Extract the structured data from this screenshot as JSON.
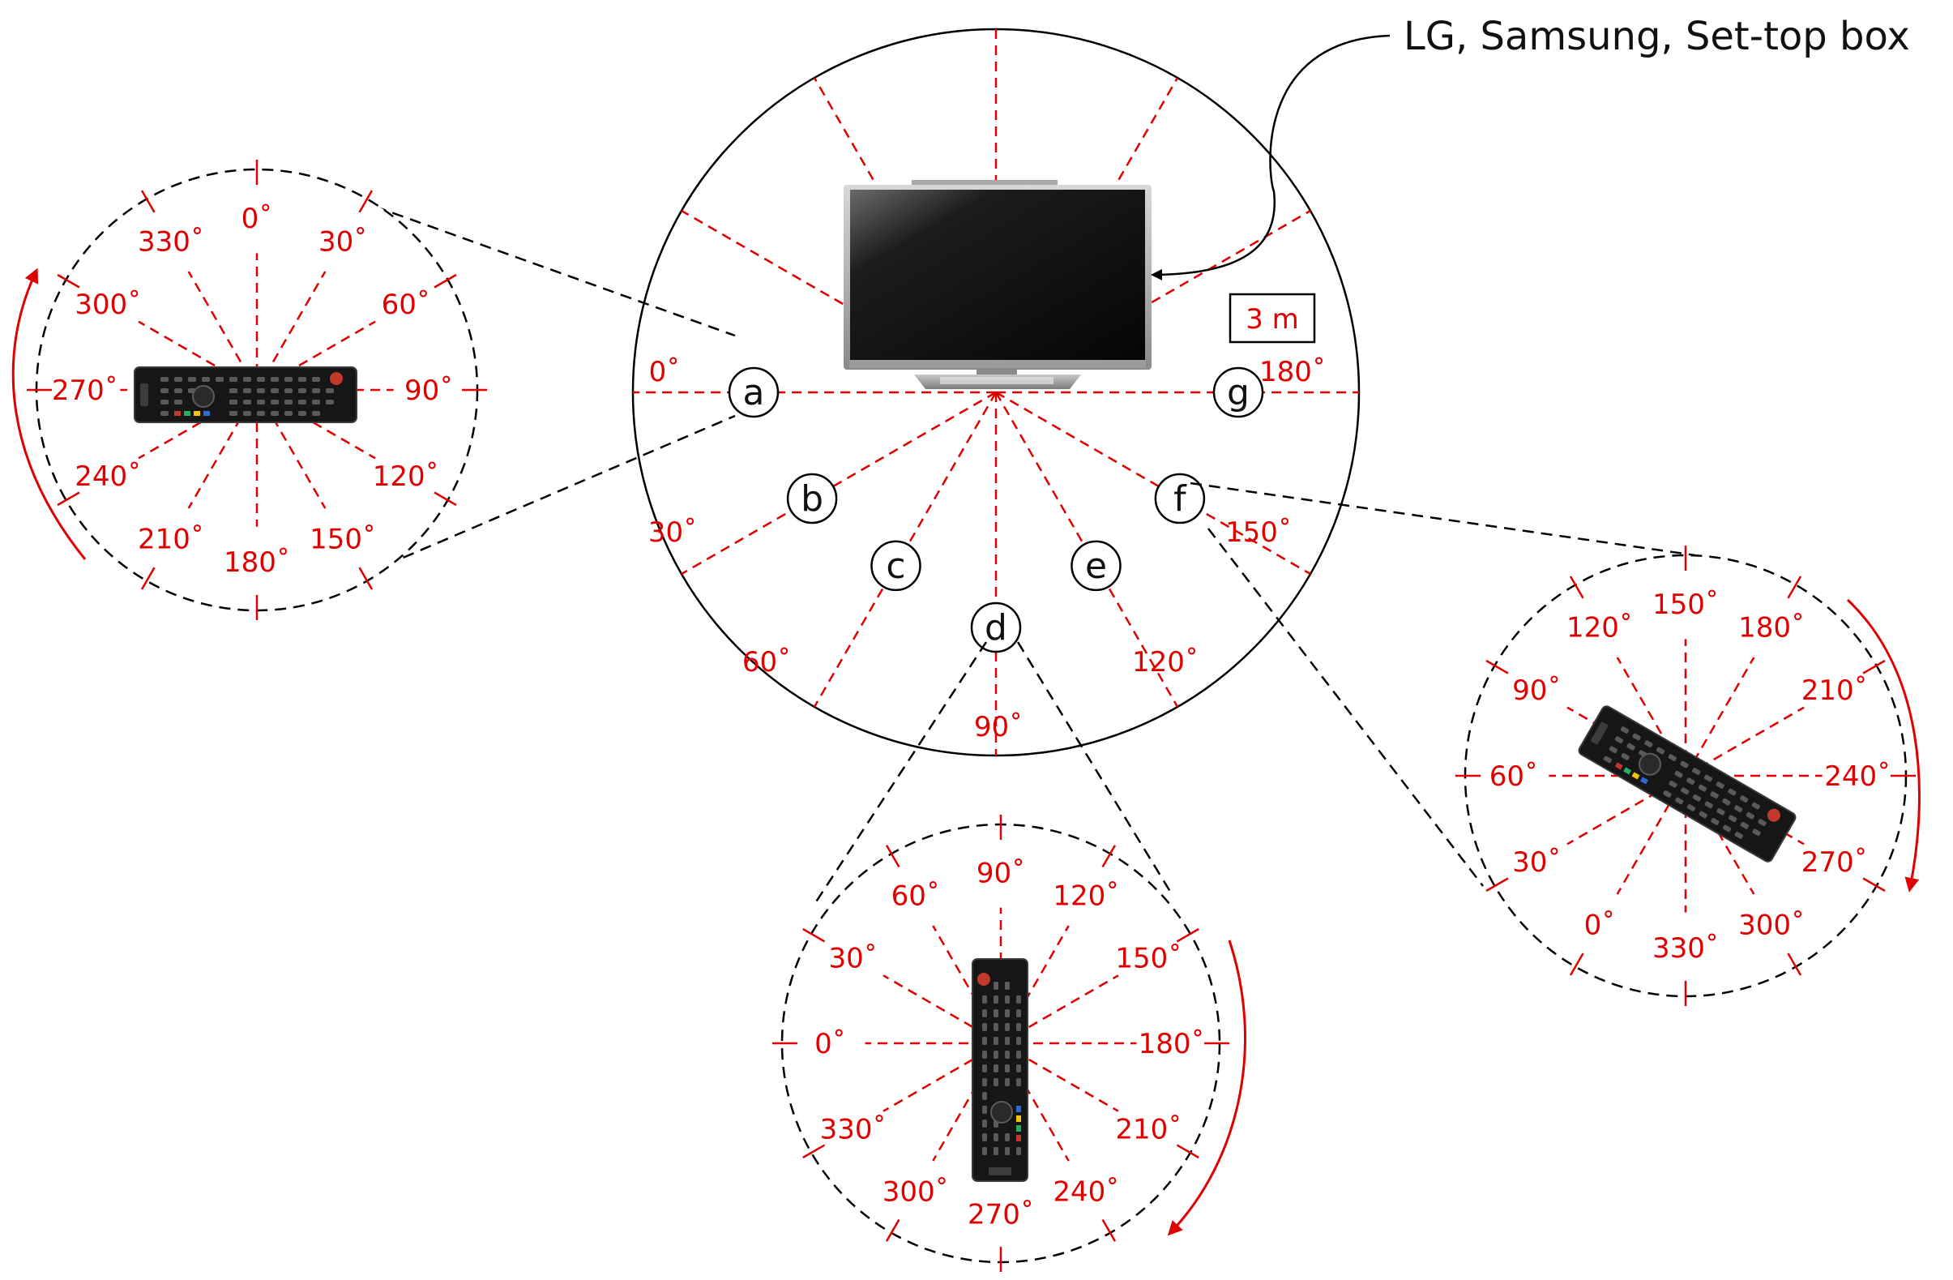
{
  "header": {
    "devices_label": "LG, Samsung, Set-top box"
  },
  "distance": {
    "label": "3 m"
  },
  "colors": {
    "accent": "#e00000",
    "line": "#000000",
    "device": "#141414",
    "frame": "#9a9a9a"
  },
  "main_circle": {
    "angle_labels": [
      "0˚",
      "30˚",
      "60˚",
      "90˚",
      "120˚",
      "150˚",
      "180˚"
    ],
    "positions": [
      "a",
      "b",
      "c",
      "d",
      "e",
      "f",
      "g"
    ]
  },
  "zoom_a": {
    "position": "a",
    "angle_labels": [
      "0˚",
      "30˚",
      "60˚",
      "90˚",
      "120˚",
      "150˚",
      "180˚",
      "210˚",
      "240˚",
      "270˚",
      "300˚",
      "330˚"
    ]
  },
  "zoom_d": {
    "position": "d",
    "angle_labels": [
      "90˚",
      "120˚",
      "150˚",
      "180˚",
      "210˚",
      "240˚",
      "270˚",
      "300˚",
      "330˚",
      "0˚",
      "30˚",
      "60˚"
    ]
  },
  "zoom_f": {
    "position": "f",
    "angle_labels": [
      "150˚",
      "180˚",
      "210˚",
      "240˚",
      "270˚",
      "300˚",
      "330˚",
      "0˚",
      "30˚",
      "60˚",
      "90˚",
      "120˚"
    ]
  },
  "icons": {
    "tv": "tv-icon",
    "remote": "remote-control-icon",
    "rotation": "rotation-arrow-icon"
  }
}
